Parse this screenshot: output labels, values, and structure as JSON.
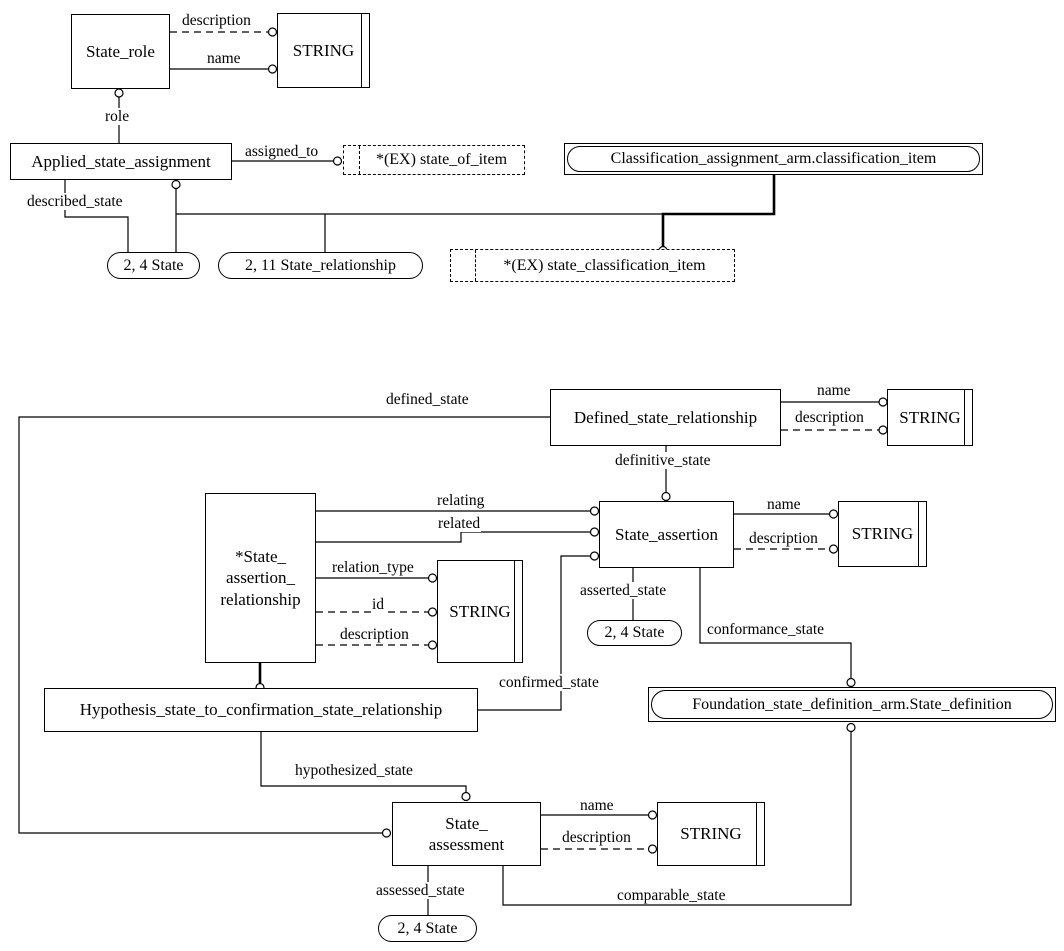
{
  "diagram_type": "EXPRESS-G entity-attribute diagram",
  "nodes": {
    "state_role": "State_role",
    "applied_state_assignment": "Applied_state_assignment",
    "string_type": "STRING",
    "state_of_item_ext": "*(EX) state_of_item",
    "classification_item_ref": "Classification_assignment_arm.classification_item",
    "state_page_ref": "2, 4 State",
    "state_relationship_page_ref": "2, 11 State_relationship",
    "state_classification_item_ext": "*(EX) state_classification_item",
    "defined_state_relationship": "Defined_state_relationship",
    "state_assertion": "State_assertion",
    "state_assertion_relationship_lines": [
      "*State_",
      "assertion_",
      "relationship"
    ],
    "hypothesis_relationship": "Hypothesis_state_to_confirmation_state_relationship",
    "state_assessment_lines": [
      "State_",
      "assessment"
    ],
    "state_definition_ref": "Foundation_state_definition_arm.State_definition"
  },
  "attribute_labels": {
    "description": "description",
    "name": "name",
    "role": "role",
    "assigned_to": "assigned_to",
    "described_state": "described_state",
    "defined_state": "defined_state",
    "definitive_state": "definitive_state",
    "relating": "relating",
    "related": "related",
    "relation_type": "relation_type",
    "id": "id",
    "confirmed_state": "confirmed_state",
    "hypothesized_state": "hypothesized_state",
    "asserted_state": "asserted_state",
    "conformance_state": "conformance_state",
    "comparable_state": "comparable_state",
    "assessed_state": "assessed_state"
  },
  "colors": {
    "line": "#000000",
    "background": "#ffffff",
    "text": "#000000"
  }
}
